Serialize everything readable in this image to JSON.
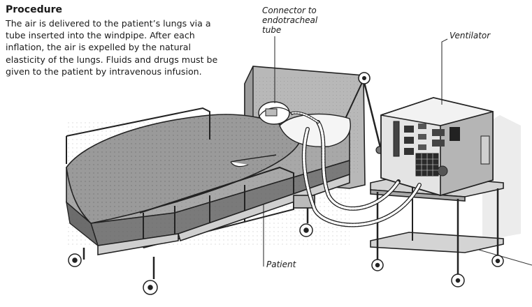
{
  "heading": "Procedure",
  "description": "The air is delivered to the patient’s lungs via a tube inserted into the windpipe. After each inflation, the air is expelled by the natural elasticity of the lungs. Fluids and drugs must be given to the patient by intravenous infusion.",
  "labels": {
    "connector": "Connector to endotracheal tube",
    "ventilator": "Ventilator",
    "patient": "Patient"
  }
}
